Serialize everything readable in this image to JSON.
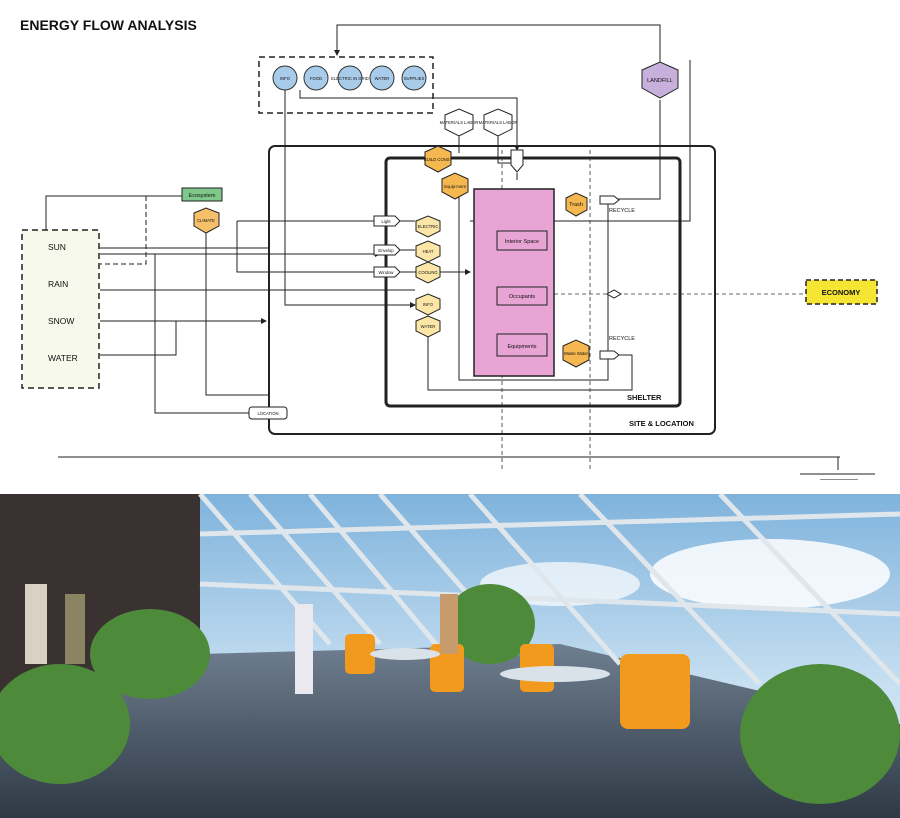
{
  "title": "ENERGY FLOW ANALYSIS",
  "sources": [
    "SUN",
    "RAIN",
    "SNOW",
    "WATER"
  ],
  "inputs": [
    "INFO",
    "FOOD",
    "ELECTRIC IN GRID",
    "WATER",
    "SUPPLIES"
  ],
  "materials": [
    "MATERIALS LABOR",
    "MATERIALS LABOR"
  ],
  "landfill": "LANDFILL",
  "ecosystem": "Ecosystem",
  "climate": "CLIMATE",
  "location": "LOCATION",
  "buildconst": "BUILD CONST",
  "equipment": "Equip-ment",
  "trash": "Trash",
  "recycle_top": "RECYCLE",
  "recycle_bottom": "RECYCLE",
  "waste_water": "Waste Water",
  "economy": "ECONOMY",
  "shelter": "SHELTER",
  "site_location": "SITE & LOCATION",
  "interior_boxes": [
    "Interior Space",
    "Occupants",
    "Equipments"
  ],
  "arrow_tags": [
    "Light",
    "Envelop",
    "Window"
  ],
  "hex_tags": [
    "ELECTRIC",
    "HEAT",
    "COOLING",
    "INFO",
    "WATER"
  ],
  "colors": {
    "input_circle": "#a9cbea",
    "materials_hex": "#ffffff",
    "landfill_hex": "#c7b0dc",
    "ecosystem": "#7fc78a",
    "climate_hex": "#f6c06a",
    "orange_hex": "#f5b74f",
    "light_hex": "#fbe6a8",
    "pink_block": "#e7a4d5",
    "economy": "#f4e632",
    "sources_box": "#f6f9ec"
  }
}
